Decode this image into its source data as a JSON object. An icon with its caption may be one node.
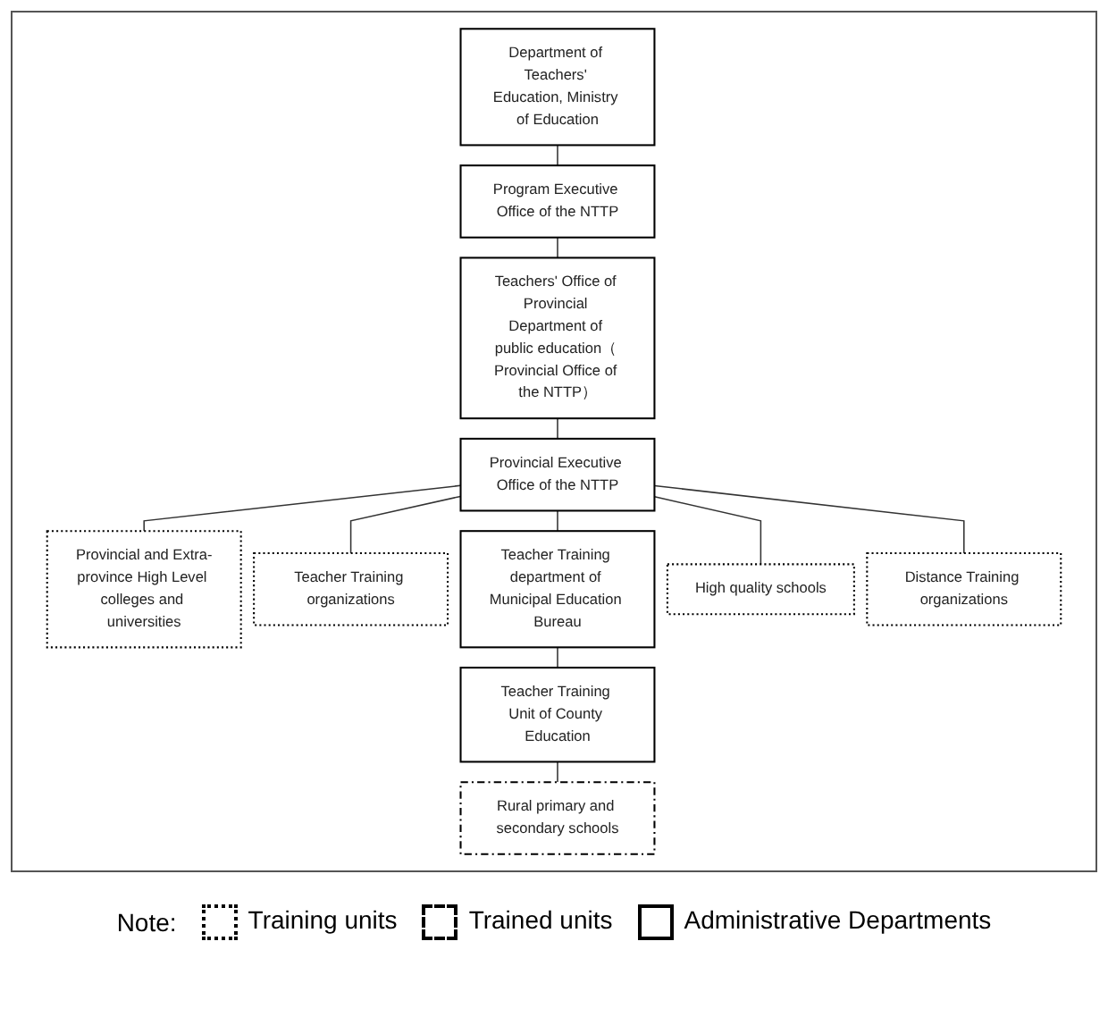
{
  "diagram": {
    "nodes": [
      {
        "text": [
          "Department of Teachers' Education, Ministry of Education"
        ]
      },
      {
        "text": [
          "Program Executive Office of the NTTP"
        ]
      },
      {
        "text": [
          "Teachers' Office of Provincial Department of public education（ Provincial Office of the NTTP）"
        ]
      },
      {
        "text": [
          "Provincial Executive Office of the NTTP"
        ]
      },
      {
        "text": [
          "Provincial and Extra-province High Level colleges and universities"
        ]
      },
      {
        "text": [
          "Teacher Training organizations"
        ]
      },
      {
        "text": [
          "Teacher Training department of Municipal Education Bureau"
        ]
      },
      {
        "text": [
          "High quality schools"
        ]
      },
      {
        "text": [
          "Distance Training organizations"
        ]
      },
      {
        "text": [
          "Teacher Training Unit of County Education"
        ]
      },
      {
        "text": [
          "Rural primary and secondary schools"
        ]
      }
    ],
    "edges": [
      {
        "from": 0,
        "to": 1,
        "arrow": "none"
      },
      {
        "from": 1,
        "to": 2,
        "arrow": "none"
      },
      {
        "from": 2,
        "to": 3,
        "arrow": "none"
      },
      {
        "from": 3,
        "to": 4,
        "arrow": "none"
      },
      {
        "from": 3,
        "to": 5,
        "arrow": "none"
      },
      {
        "from": 3,
        "to": 6,
        "arrow": "none"
      },
      {
        "from": 3,
        "to": 7,
        "arrow": "none"
      },
      {
        "from": 3,
        "to": 8,
        "arrow": "none"
      },
      {
        "from": 6,
        "to": 9,
        "arrow": "none"
      },
      {
        "from": 9,
        "to": 10,
        "arrow": "none"
      }
    ],
    "labels": [
      "Note:"
    ],
    "legend": [
      {
        "text": "Training units"
      },
      {
        "text": "Trained units"
      },
      {
        "text": "Administrative Departments"
      }
    ]
  }
}
